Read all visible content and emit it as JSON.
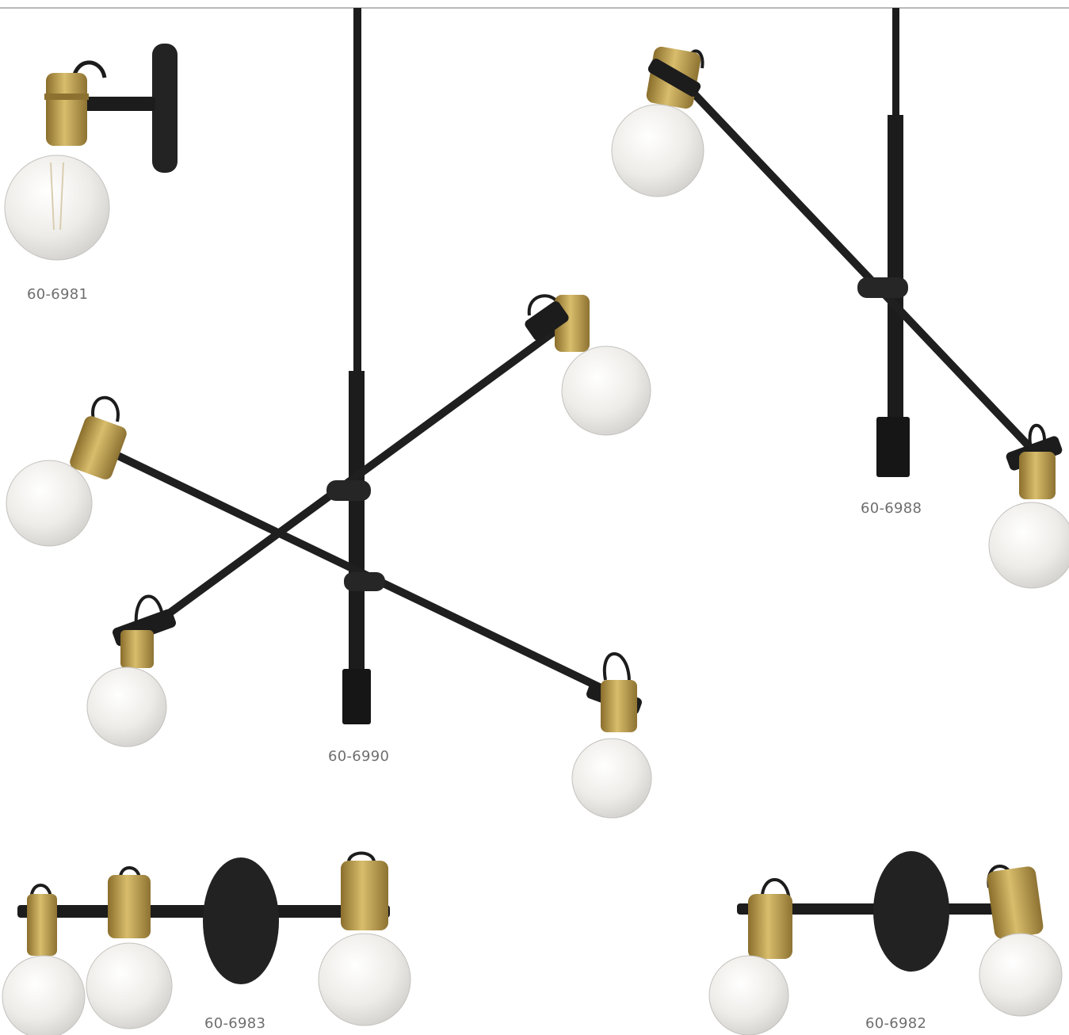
{
  "products": [
    {
      "sku": "60-6981",
      "kind": "single-sconce"
    },
    {
      "sku": "60-6990",
      "kind": "four-light-pendant"
    },
    {
      "sku": "60-6988",
      "kind": "two-light-pendant"
    },
    {
      "sku": "60-6983",
      "kind": "three-light-vanity"
    },
    {
      "sku": "60-6982",
      "kind": "two-light-vanity"
    }
  ],
  "colors": {
    "finish_black": "#1f1f1f",
    "brass": "#b89a4b",
    "bulb_glass": "#eceae6",
    "label_gray": "#6e6e6e"
  }
}
